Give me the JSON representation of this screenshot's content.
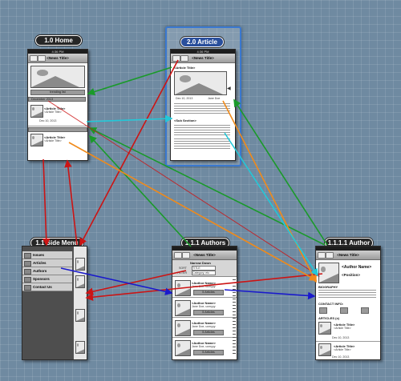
{
  "screens": {
    "home": {
      "title": "1.0  Home",
      "nav": "<News Title>",
      "status": "4:36 PM",
      "trending": "trending list",
      "month": "December 2013",
      "item_title": "<Article Title>",
      "item_subtitle": "<Article Title>",
      "item_date": "Dec 10, 2013"
    },
    "article": {
      "title": "2.0 Article",
      "nav": "<News Title>",
      "status": "4:36 PM",
      "article_title": "<Article Title>",
      "date": "Dec 10, 2013",
      "author": "Jane Doe",
      "sub_section": "<Sub Section>"
    },
    "side_menu": {
      "title": "1.1 Side Menu",
      "items": [
        "Issues",
        "Articles",
        "Authors",
        "Sponsors",
        "Contact Us"
      ]
    },
    "authors": {
      "title": "1.1.1 Authors",
      "nav": "<News Title>",
      "filter_title": "Narrow Down",
      "sort_label": "SORT",
      "sort_value": "TITLE",
      "filter_label": "FILTER",
      "filter_value": "Category, etc",
      "author_name": "<Author Name>",
      "author_handle": "Jane Doe, ucmyyy",
      "articles_button": "5 Articles"
    },
    "author": {
      "title": "1.1.1.1 Author",
      "nav": "<News Title>",
      "author_name": "<Author Name>",
      "position": "<Position>",
      "bio_label": "BIOGRAPHY",
      "contact_label": "CONTACT INFO:",
      "articles_label": "ARTICLES (x)",
      "article_title": "<Article Title>",
      "date": "Dec 10, 2013"
    }
  },
  "colors": {
    "background": "#6f8aa1",
    "green": "#1a9a2a",
    "red": "#cc1414",
    "orange": "#f08a1a",
    "cyan": "#22c8d8",
    "blue": "#1a1acc",
    "selection": "#3a78d0"
  }
}
